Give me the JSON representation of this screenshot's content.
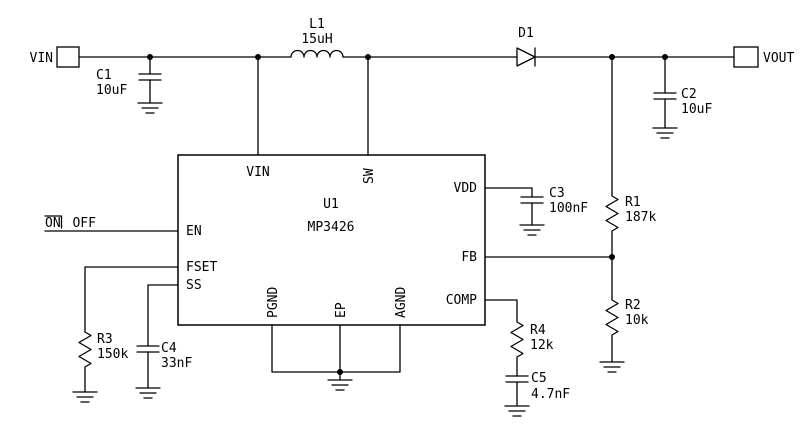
{
  "colors": {
    "background": "#ffffff",
    "wire": "#000000",
    "text": "#000000"
  },
  "schematic": {
    "ports": {
      "vin": "VIN",
      "vout": "VOUT"
    },
    "enable_label": {
      "on": "ON",
      "off": "OFF"
    },
    "ic": {
      "ref": "U1",
      "part": "MP3426",
      "pins": {
        "vin": "VIN",
        "sw": "SW",
        "en": "EN",
        "fset": "FSET",
        "ss": "SS",
        "vdd": "VDD",
        "fb": "FB",
        "comp": "COMP",
        "pgnd": "PGND",
        "ep": "EP",
        "agnd": "AGND"
      }
    },
    "components": {
      "l1": {
        "ref": "L1",
        "value": "15uH"
      },
      "d1": {
        "ref": "D1"
      },
      "c1": {
        "ref": "C1",
        "value": "10uF"
      },
      "c2": {
        "ref": "C2",
        "value": "10uF"
      },
      "c3": {
        "ref": "C3",
        "value": "100nF"
      },
      "c4": {
        "ref": "C4",
        "value": "33nF"
      },
      "c5": {
        "ref": "C5",
        "value": "4.7nF"
      },
      "r1": {
        "ref": "R1",
        "value": "187k"
      },
      "r2": {
        "ref": "R2",
        "value": "10k"
      },
      "r3": {
        "ref": "R3",
        "value": "150k"
      },
      "r4": {
        "ref": "R4",
        "value": "12k"
      }
    }
  }
}
